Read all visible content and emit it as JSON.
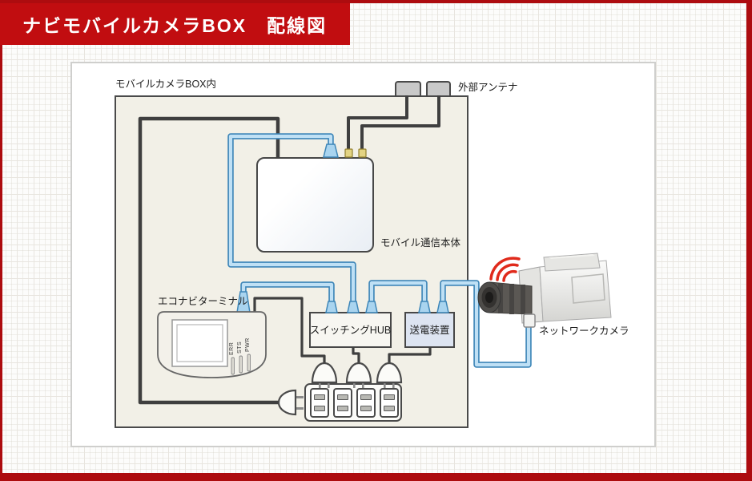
{
  "header": {
    "title": "ナビモバイルカメラBOX　配線図"
  },
  "diagram": {
    "box_label": "モバイルカメラBOX内",
    "external_antenna": {
      "label": "外部アンテナ",
      "count": 2
    },
    "mobile_unit": {
      "label": "モバイル通信本体"
    },
    "econavi_terminal": {
      "label": "エコナビターミナル",
      "leds": [
        "ERR",
        "STS",
        "PWR"
      ]
    },
    "switching_hub": {
      "label": "スイッチングHUB"
    },
    "power_transmitter": {
      "label": "送電装置"
    },
    "network_camera": {
      "label": "ネットワークカメラ"
    },
    "power_strip": {
      "outlet_count": 4,
      "plugged_in": 3
    }
  },
  "colors": {
    "banner_red": "#c10d10",
    "frame_red": "#ad0c0f",
    "lan_cable_blue": "#bfe0f5",
    "lan_cable_edge": "#3e86b8",
    "wire_black": "#3f3f3f",
    "box_fill": "#f2f0e7",
    "power_tx_fill": "#dde4f1",
    "wireless_signal_red": "#e02a1b"
  }
}
